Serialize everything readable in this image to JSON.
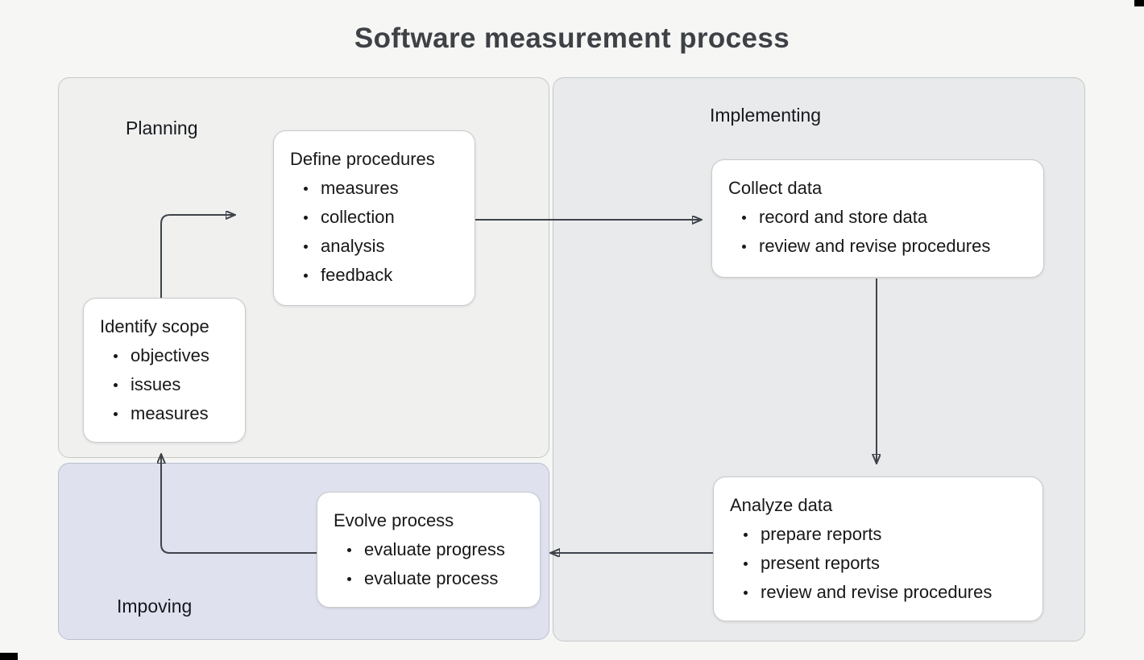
{
  "title": "Software measurement process",
  "regions": {
    "planning": {
      "label": "Planning"
    },
    "implementing": {
      "label": "Implementing"
    },
    "improving": {
      "label": "Impoving"
    }
  },
  "nodes": {
    "identify_scope": {
      "title": "Identify scope",
      "items": [
        "objectives",
        "issues",
        "measures"
      ]
    },
    "define_procedures": {
      "title": "Define procedures",
      "items": [
        "measures",
        "collection",
        "analysis",
        "feedback"
      ]
    },
    "collect_data": {
      "title": "Collect data",
      "items": [
        "record and store data",
        "review and revise procedures"
      ]
    },
    "analyze_data": {
      "title": "Analyze data",
      "items": [
        "prepare reports",
        "present reports",
        "review and revise procedures"
      ]
    },
    "evolve_process": {
      "title": "Evolve process",
      "items": [
        "evaluate progress",
        "evaluate process"
      ]
    }
  },
  "flow": [
    "identify_scope -> define_procedures",
    "define_procedures -> collect_data",
    "collect_data -> analyze_data",
    "analyze_data -> evolve_process",
    "evolve_process -> identify_scope"
  ],
  "colors": {
    "page_bg": "#f6f6f5",
    "planning_fill": "#f0f0ef",
    "planning_border": "#c6c7c6",
    "implementing_fill": "#e9eaeb",
    "implementing_border": "#c4c7c9",
    "improving_fill": "#dfe2ee",
    "improving_border": "#b9bed0",
    "node_fill": "#ffffff",
    "node_border": "#c9cacc",
    "arrow": "#3e434a",
    "text": "#17181a",
    "title": "#3e4145"
  }
}
